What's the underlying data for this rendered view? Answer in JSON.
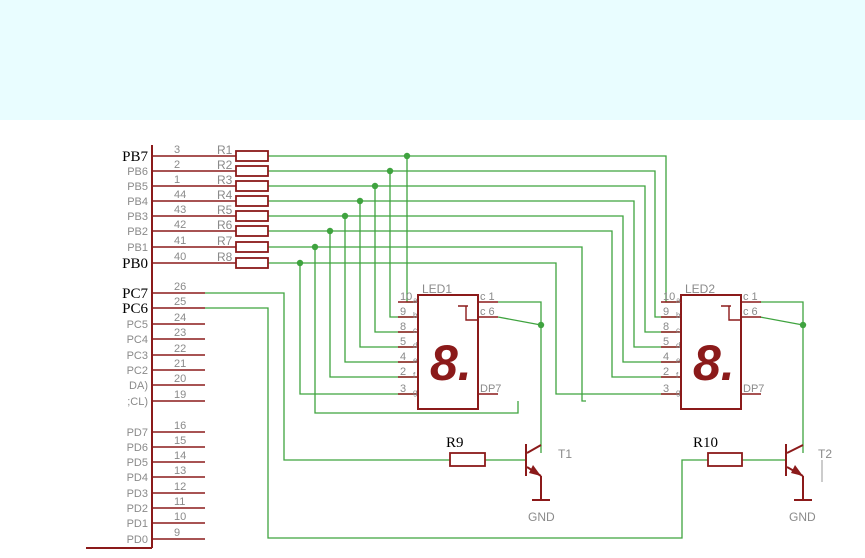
{
  "colors": {
    "banner": "#e9fdff",
    "wire": "#3fa33f",
    "component": "#8b1a1a",
    "pin_text": "#8a8a8a",
    "label_text": "#000000"
  },
  "mcu": {
    "pins": [
      {
        "name": "PB7",
        "num": "3",
        "emph": true
      },
      {
        "name": "PB6",
        "num": "2",
        "emph": false
      },
      {
        "name": "PB5",
        "num": "1",
        "emph": false
      },
      {
        "name": "PB4",
        "num": "44",
        "emph": false
      },
      {
        "name": "PB3",
        "num": "43",
        "emph": false
      },
      {
        "name": "PB2",
        "num": "42",
        "emph": false
      },
      {
        "name": "PB1",
        "num": "41",
        "emph": false
      },
      {
        "name": "PB0",
        "num": "40",
        "emph": true
      },
      {
        "name": "PC7",
        "num": "26",
        "emph": true
      },
      {
        "name": "PC6",
        "num": "25",
        "emph": true
      },
      {
        "name": "PC5",
        "num": "24",
        "emph": false
      },
      {
        "name": "PC4",
        "num": "23",
        "emph": false
      },
      {
        "name": "PC3",
        "num": "22",
        "emph": false
      },
      {
        "name": "PC2",
        "num": "21",
        "emph": false
      },
      {
        "name": "DA)",
        "num": "20",
        "emph": false
      },
      {
        "name": ";CL)",
        "num": "19",
        "emph": false
      },
      {
        "name": "PD7",
        "num": "16",
        "emph": false
      },
      {
        "name": "PD6",
        "num": "15",
        "emph": false
      },
      {
        "name": "PD5",
        "num": "14",
        "emph": false
      },
      {
        "name": "PD4",
        "num": "13",
        "emph": false
      },
      {
        "name": "PD3",
        "num": "12",
        "emph": false
      },
      {
        "name": "PD2",
        "num": "11",
        "emph": false
      },
      {
        "name": "PD1",
        "num": "10",
        "emph": false
      },
      {
        "name": "PD0",
        "num": "9",
        "emph": false
      }
    ]
  },
  "resistors": [
    "R1",
    "R2",
    "R3",
    "R4",
    "R5",
    "R6",
    "R7",
    "R8"
  ],
  "displays": [
    {
      "label": "LED1",
      "digit": "8.",
      "left_pins": [
        {
          "num": "10",
          "seg": "a"
        },
        {
          "num": "9",
          "seg": "b"
        },
        {
          "num": "8",
          "seg": "c"
        },
        {
          "num": "5",
          "seg": "d"
        },
        {
          "num": "4",
          "seg": "e"
        },
        {
          "num": "2",
          "seg": "f"
        },
        {
          "num": "3",
          "seg": "g"
        }
      ],
      "right_pins": [
        "c 1",
        "c 6",
        "DP7"
      ]
    },
    {
      "label": "LED2",
      "digit": "8.",
      "left_pins": [
        {
          "num": "10",
          "seg": "a"
        },
        {
          "num": "9",
          "seg": "b"
        },
        {
          "num": "8",
          "seg": "c"
        },
        {
          "num": "5",
          "seg": "d"
        },
        {
          "num": "4",
          "seg": "e"
        },
        {
          "num": "2",
          "seg": "f"
        },
        {
          "num": "3",
          "seg": "g"
        }
      ],
      "right_pins": [
        "c 1",
        "c 6",
        "DP7"
      ]
    }
  ],
  "base_resistors": [
    "R9",
    "R10"
  ],
  "transistors": [
    "T1",
    "T2"
  ],
  "gnd_labels": [
    "GND",
    "GND"
  ]
}
